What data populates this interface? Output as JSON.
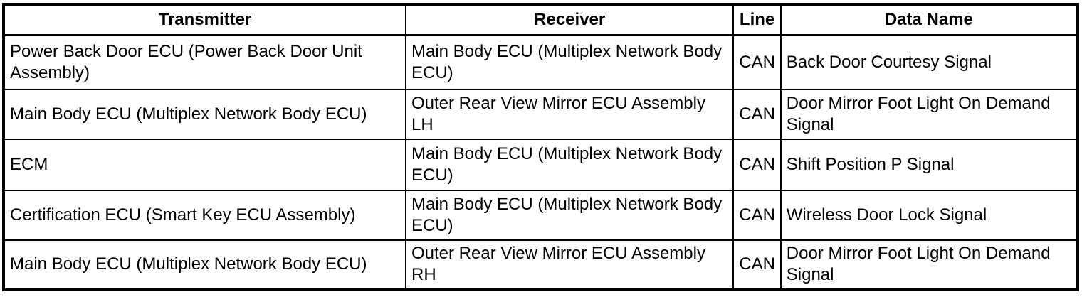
{
  "table": {
    "columns": {
      "transmitter": "Transmitter",
      "receiver": "Receiver",
      "line": "Line",
      "data_name": "Data Name"
    },
    "rows": [
      {
        "transmitter": "Power Back Door ECU (Power Back Door Unit Assembly)",
        "receiver": "Main Body ECU (Multiplex Network Body ECU)",
        "line": "CAN",
        "data_name": "Back Door Courtesy Signal"
      },
      {
        "transmitter": "Main Body ECU (Multiplex Network Body ECU)",
        "receiver": "Outer Rear View Mirror ECU Assembly LH",
        "line": "CAN",
        "data_name": "Door Mirror Foot Light On Demand Signal"
      },
      {
        "transmitter": "ECM",
        "receiver": "Main Body ECU (Multiplex Network Body ECU)",
        "line": "CAN",
        "data_name": "Shift Position P Signal"
      },
      {
        "transmitter": "Certification ECU (Smart Key ECU Assembly)",
        "receiver": "Main Body ECU (Multiplex Network Body ECU)",
        "line": "CAN",
        "data_name": "Wireless Door Lock Signal"
      },
      {
        "transmitter": "Main Body ECU (Multiplex Network Body ECU)",
        "receiver": "Outer Rear View Mirror ECU Assembly RH",
        "line": "CAN",
        "data_name": "Door Mirror Foot Light On Demand Signal"
      }
    ],
    "colors": {
      "border": "#000000",
      "background": "#ffffff",
      "text": "#000000"
    }
  }
}
